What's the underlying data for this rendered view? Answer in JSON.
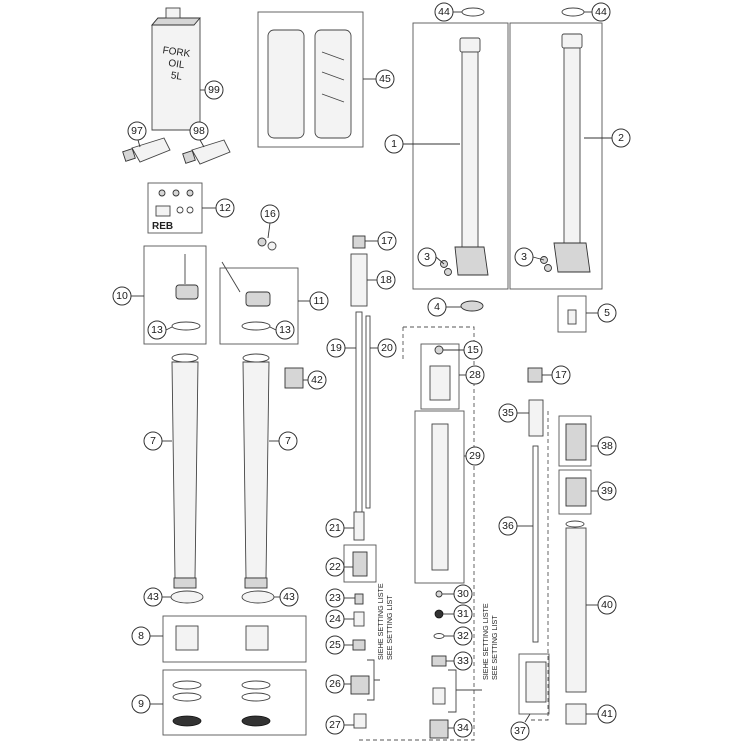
{
  "oil_can": {
    "line1": "FORK",
    "line2": "OIL",
    "line3": "5L"
  },
  "group_label": "REB",
  "setting_note": {
    "de": "SIEHE SETTING LISTE",
    "en": "SEE SETTING LIST"
  },
  "callouts": [
    "1",
    "2",
    "3",
    "3",
    "4",
    "5",
    "7",
    "7",
    "8",
    "9",
    "10",
    "11",
    "12",
    "13",
    "13",
    "15",
    "16",
    "17",
    "17",
    "18",
    "19",
    "20",
    "21",
    "22",
    "23",
    "24",
    "25",
    "26",
    "27",
    "28",
    "29",
    "30",
    "31",
    "32",
    "33",
    "34",
    "35",
    "36",
    "37",
    "38",
    "39",
    "40",
    "41",
    "42",
    "43",
    "43",
    "44",
    "44",
    "45",
    "97",
    "98",
    "99"
  ]
}
